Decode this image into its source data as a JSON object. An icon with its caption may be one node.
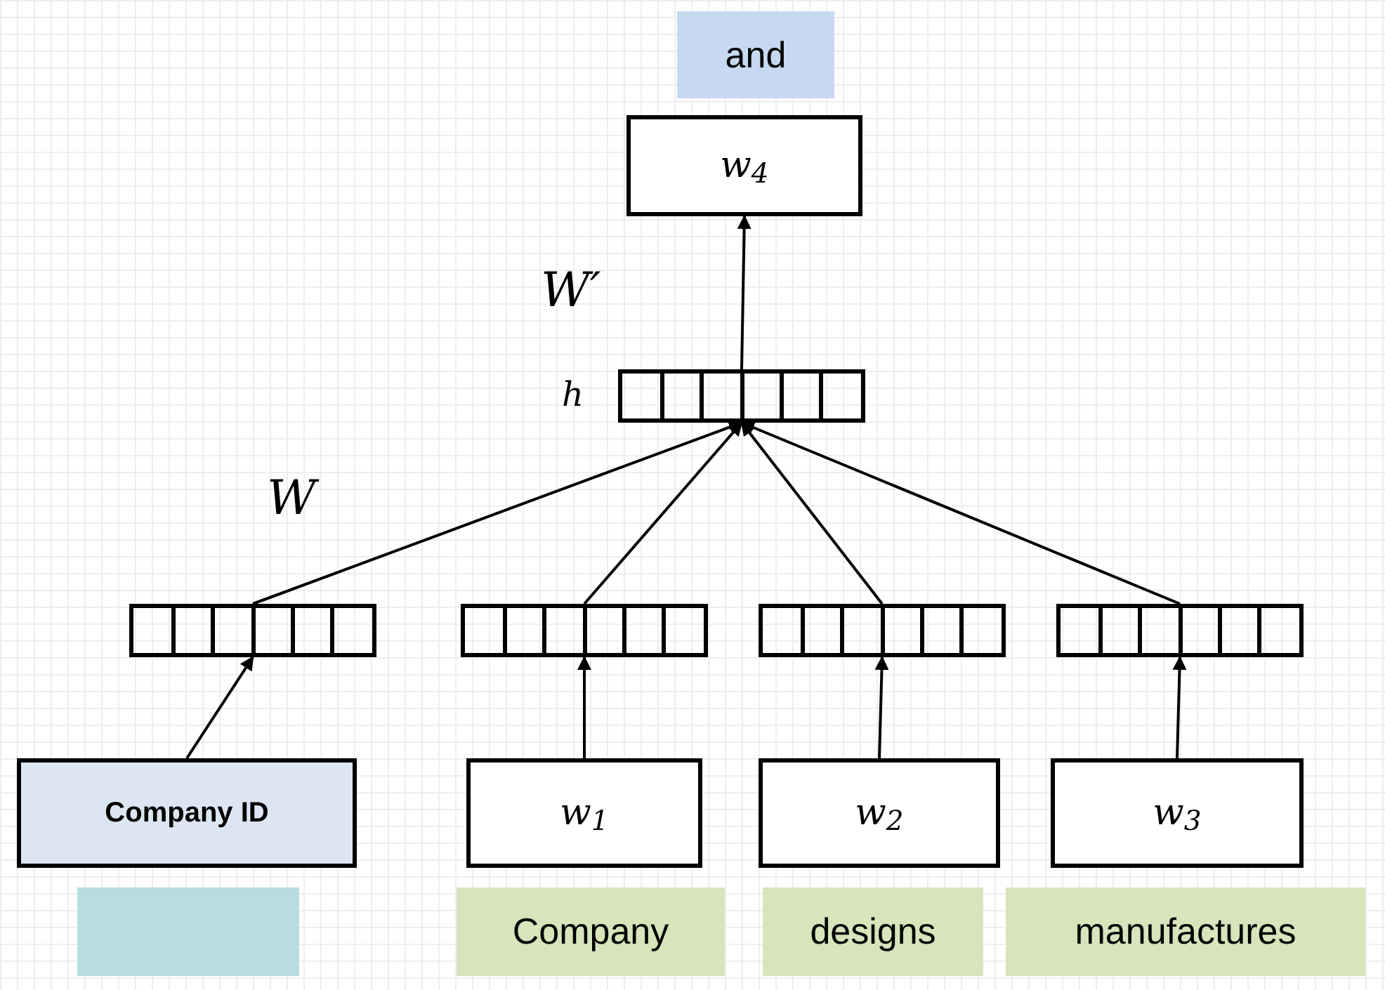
{
  "diagram": {
    "nodes": [
      {
        "text": [
          "and"
        ]
      },
      {
        "text": [
          "w$_{4}$"
        ]
      },
      {
        "text": [],
        "shape": "box",
        "beside": [
          "h"
        ]
      },
      {
        "text": [],
        "shape": "box"
      },
      {
        "text": [],
        "shape": "box"
      },
      {
        "text": [],
        "shape": "box"
      },
      {
        "text": [],
        "shape": "box"
      },
      {
        "text": [
          "Company ID"
        ]
      },
      {
        "text": [
          "w$_{1}$"
        ]
      },
      {
        "text": [
          "w$_{2}$"
        ]
      },
      {
        "text": [
          "w$_{3}$"
        ]
      },
      {
        "text": [],
        "shape": "box"
      },
      {
        "text": [
          "Company"
        ]
      },
      {
        "text": [
          "designs"
        ]
      },
      {
        "text": [
          "manufactures"
        ]
      }
    ],
    "edges": [
      {
        "from": 7,
        "to": 3,
        "arrow": "to"
      },
      {
        "from": 8,
        "to": 4,
        "arrow": "to"
      },
      {
        "from": 9,
        "to": 5,
        "arrow": "to"
      },
      {
        "from": 10,
        "to": 6,
        "arrow": "to"
      },
      {
        "from": 3,
        "to": 2,
        "arrow": "to"
      },
      {
        "from": 4,
        "to": 2,
        "arrow": "to"
      },
      {
        "from": 5,
        "to": 2,
        "arrow": "to"
      },
      {
        "from": 6,
        "to": 2,
        "arrow": "to"
      },
      {
        "from": 2,
        "to": 1,
        "arrow": "to"
      }
    ],
    "labels": [
      "W′",
      "W"
    ]
  }
}
